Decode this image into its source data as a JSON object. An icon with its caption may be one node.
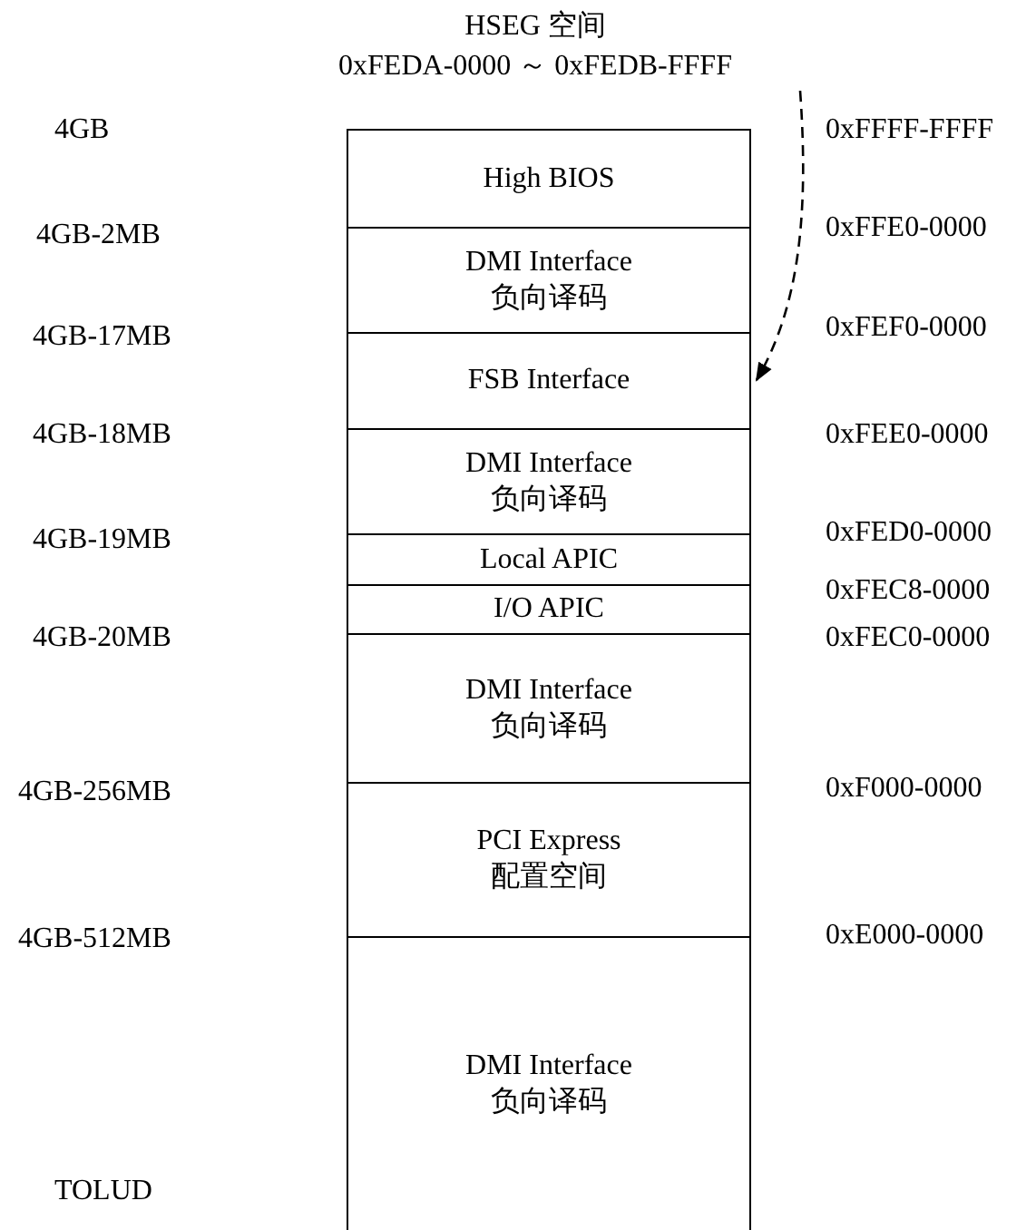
{
  "diagram": {
    "nodes": [
      {
        "text": [
          "HSEG 空间",
          "0xFEDA-0000 ～ 0xFEDB-FFFF"
        ]
      },
      {
        "text": [
          "High BIOS"
        ]
      },
      {
        "text": [
          "DMI Interface 负向译码"
        ]
      },
      {
        "text": [
          "FSB Interface"
        ]
      },
      {
        "text": [
          "DMI Interface 负向译码"
        ]
      },
      {
        "text": [
          "Local APIC"
        ]
      },
      {
        "text": [
          "I/O APIC"
        ]
      },
      {
        "text": [
          "DMI Interface 负向译码"
        ]
      },
      {
        "text": [
          "PCI Express 配置空间"
        ]
      },
      {
        "text": [
          "DMI Interface 负向译码"
        ]
      }
    ],
    "edges": [
      {
        "from": 0,
        "to": 3,
        "arrow": "to",
        "style": "dashed"
      }
    ],
    "labels": [
      "4GB",
      "0xFFFF-FFFF",
      "4GB-2MB",
      "0xFFE0-0000",
      "4GB-17MB",
      "0xFEF0-0000",
      "4GB-18MB",
      "0xFEE0-0000",
      "4GB-19MB",
      "0xFED0-0000",
      "0xFEC8-0000",
      "4GB-20MB",
      "0xFEC0-0000",
      "4GB-256MB",
      "0xF000-0000",
      "4GB-512MB",
      "0xE000-0000",
      "TOLUD"
    ]
  }
}
